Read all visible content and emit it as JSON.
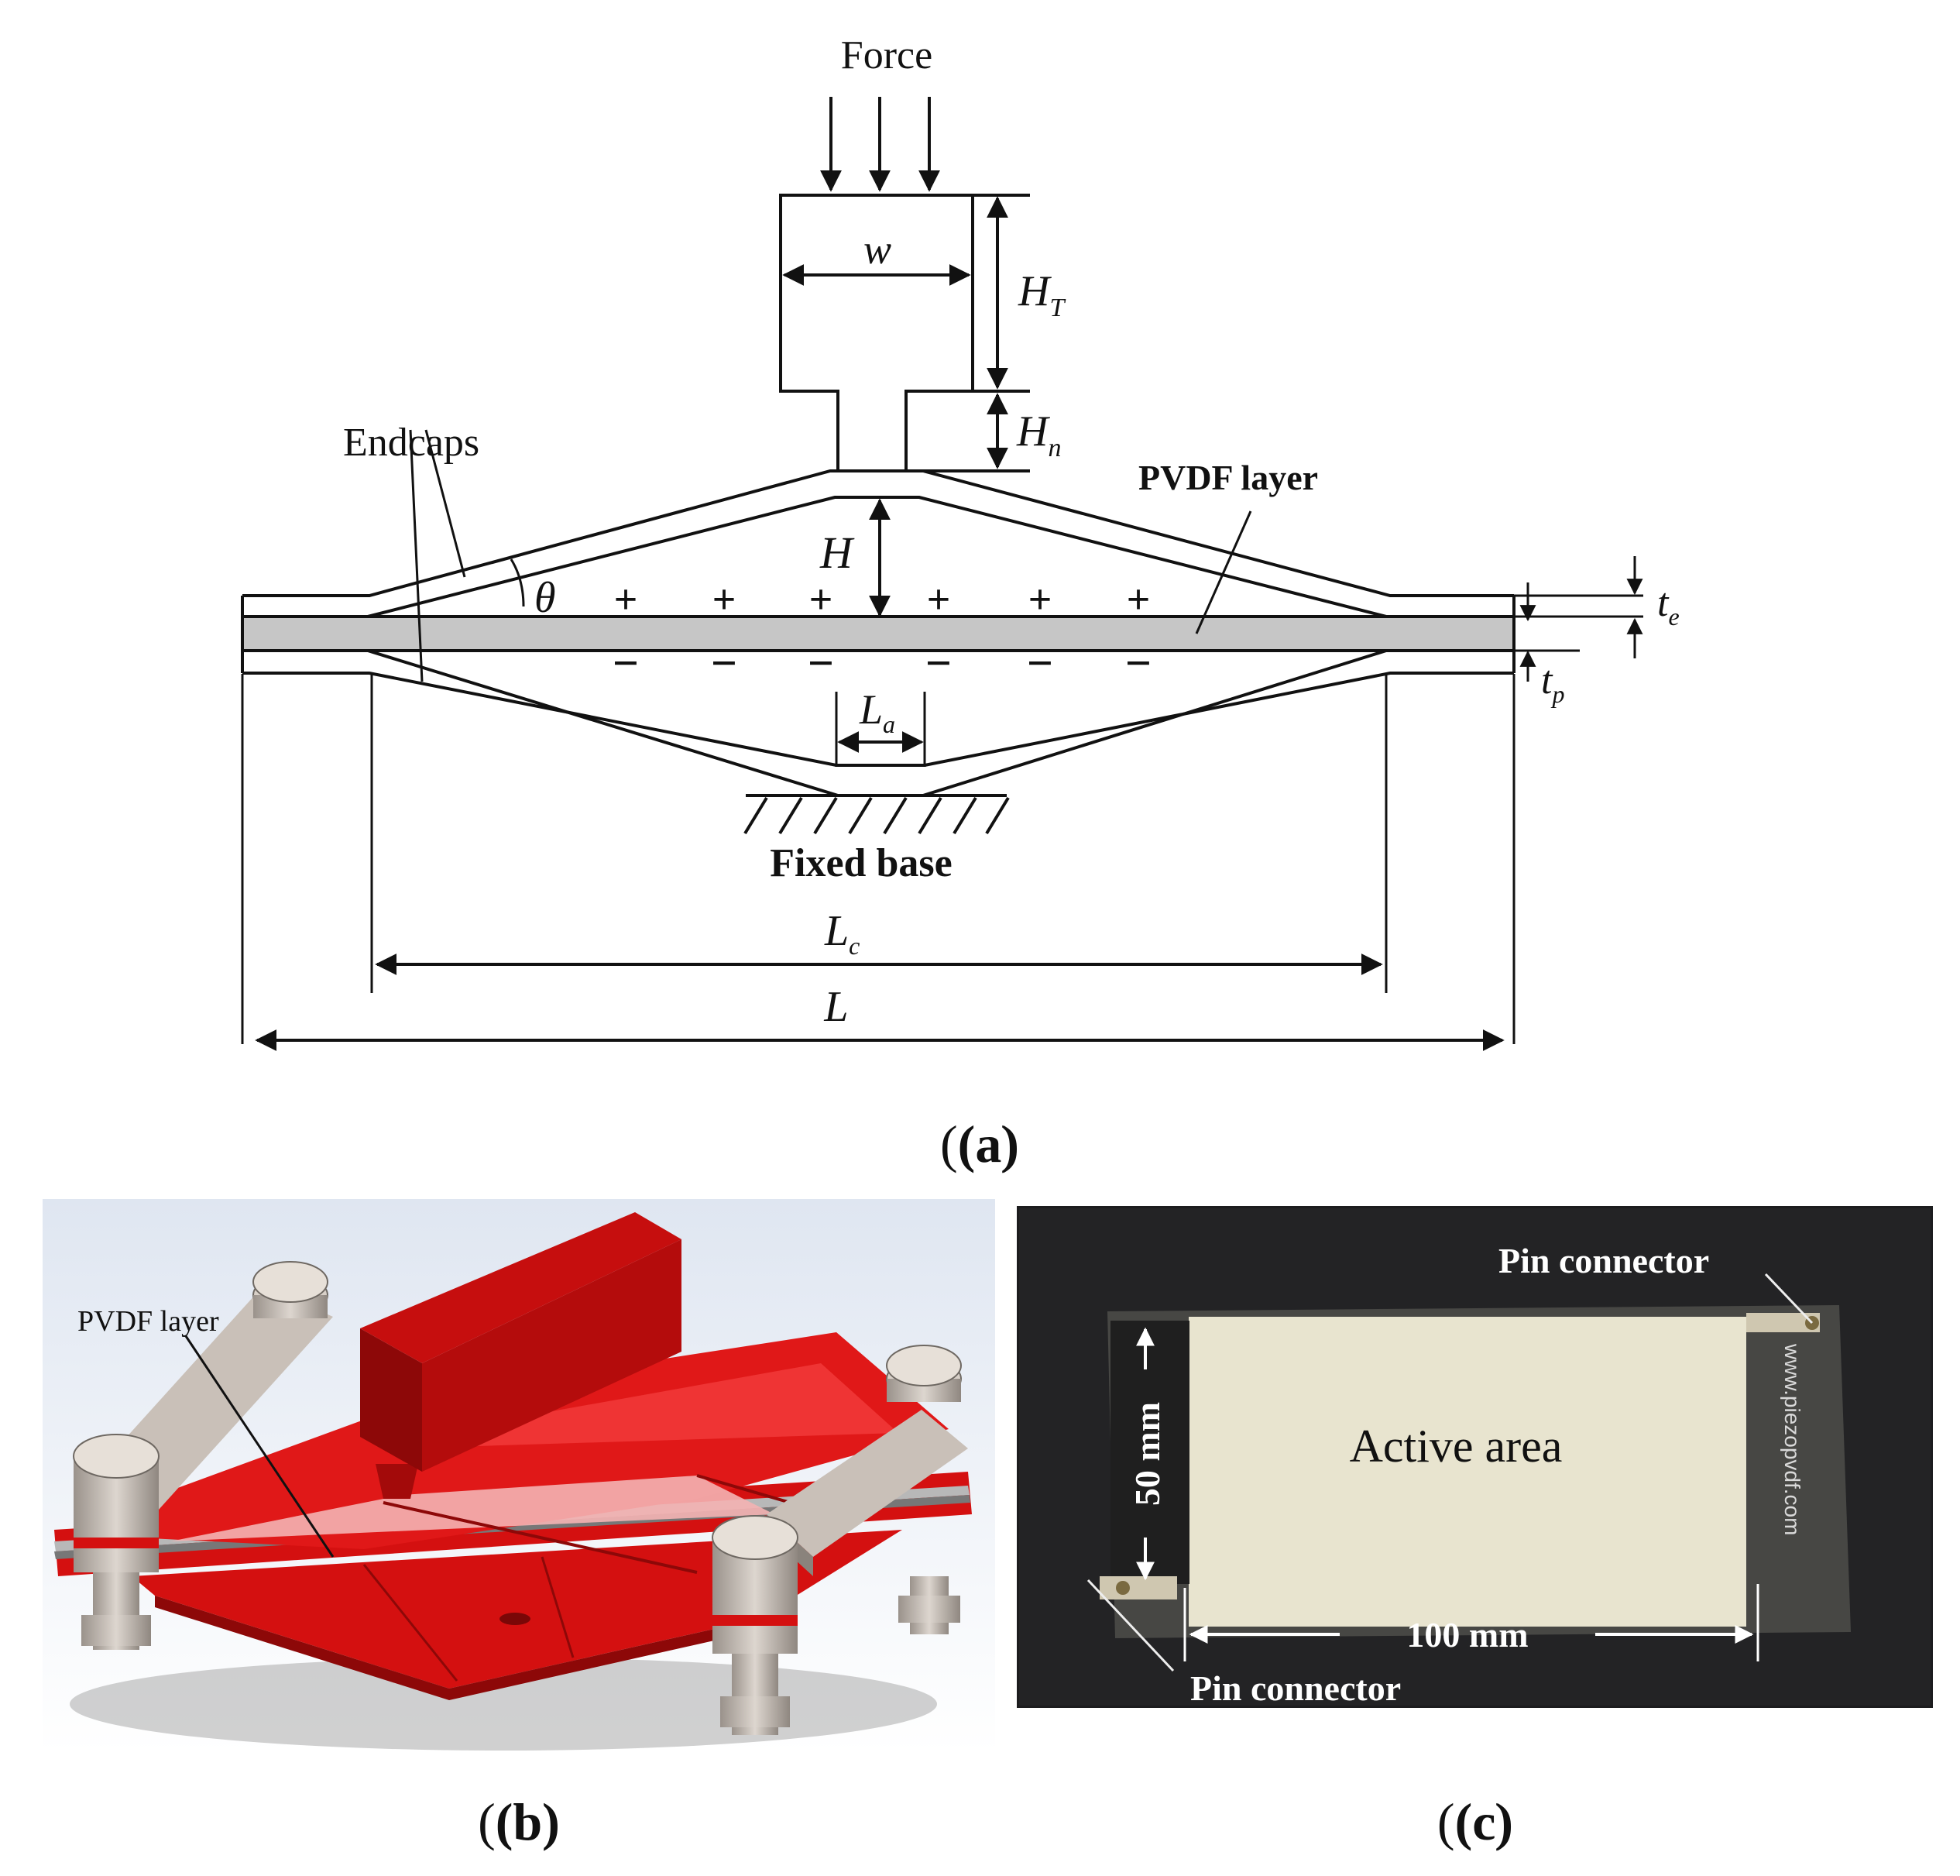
{
  "panel_a": {
    "caption": "(a)",
    "labels": {
      "force": "Force",
      "w": "w",
      "ht_main": "H",
      "ht_sub": "T",
      "hn_main": "H",
      "hn_sub": "n",
      "h": "H",
      "theta": "θ",
      "endcaps": "Endcaps",
      "pvdf": "PVDF layer",
      "te_main": "t",
      "te_sub": "e",
      "tp_main": "t",
      "tp_sub": "p",
      "la_main": "L",
      "la_sub": "a",
      "fixed": "Fixed base",
      "lc_main": "L",
      "lc_sub": "c",
      "l": "L",
      "plus": "+",
      "minus": "−"
    }
  },
  "panel_b": {
    "caption": "(b)",
    "pvdf_label": "PVDF layer",
    "colors": {
      "red": "#e01010",
      "dark_red": "#a30a0a",
      "metal": "#c9c0b8"
    }
  },
  "panel_c": {
    "caption": "(c)",
    "pin_top": "Pin connector",
    "pin_bottom": "Pin connector",
    "active": "Active area",
    "width_dim": "50 mm",
    "length_dim": "100 mm",
    "watermark": "www.piezopvdf.com"
  }
}
